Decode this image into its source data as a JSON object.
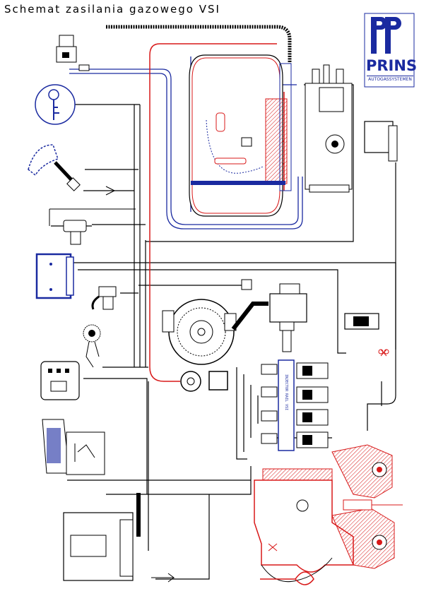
{
  "title": "Schemat zasilania gazowego VSI",
  "logo": {
    "brand": "PRINS",
    "subtitle": "AUTOGASSYSTEMEN"
  },
  "rail_label": "INJECTOR RAIL VSI",
  "colors": {
    "wire": "#000000",
    "blue": "#1a2aa0",
    "red": "#d81818"
  }
}
